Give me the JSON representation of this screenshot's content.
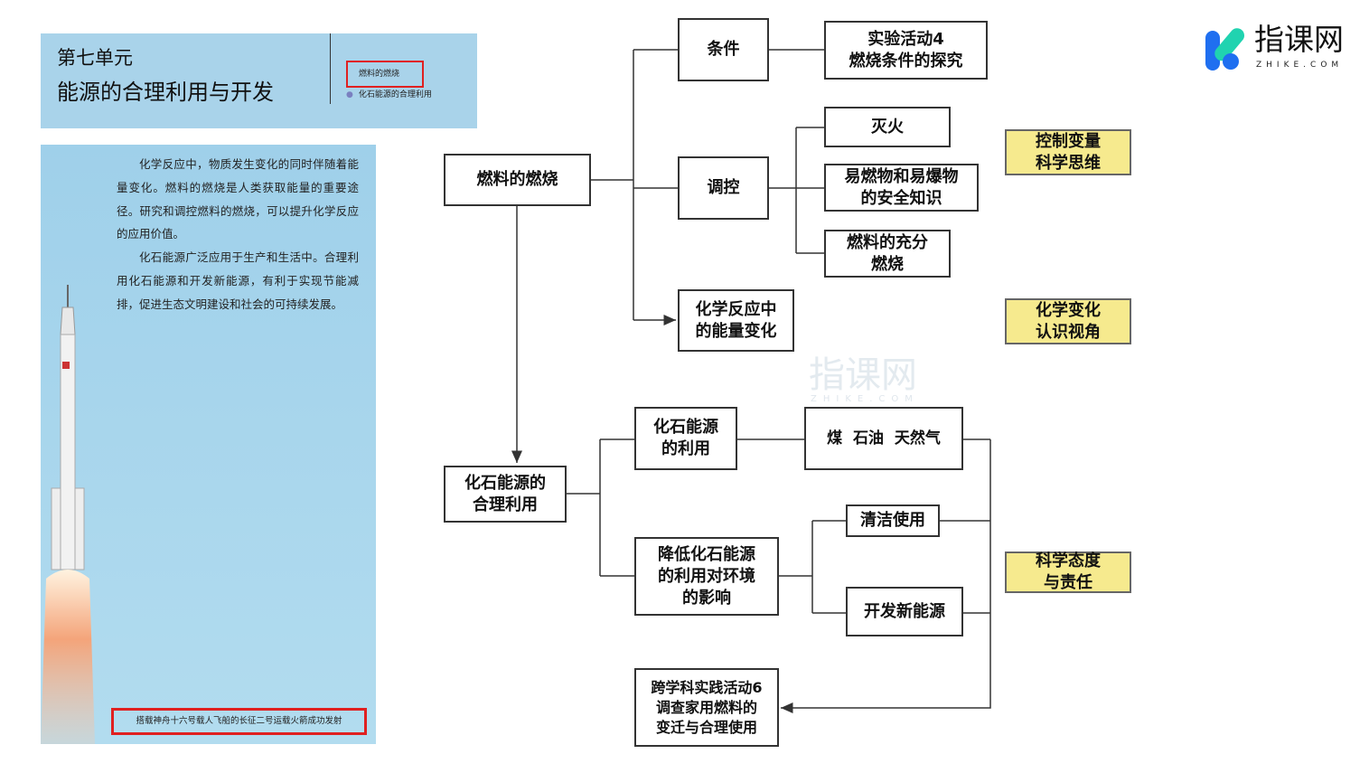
{
  "header": {
    "unit": "第七单元",
    "title": "能源的合理利用与开发",
    "toc": [
      "燃料的燃烧",
      "化石能源的合理利用"
    ]
  },
  "panel": {
    "paragraphs": [
      "化学反应中，物质发生变化的同时伴随着能量变化。燃料的燃烧是人类获取能量的重要途径。研究和调控燃料的燃烧，可以提升化学反应的应用价值。",
      "化石能源广泛应用于生产和生活中。合理利用化石能源和开发新能源，有利于实现节能减排，促进生态文明建设和社会的可持续发展。"
    ],
    "caption": "搭载神舟十六号载人飞船的长征二号运载火箭成功发射"
  },
  "logo": {
    "name": "指课网",
    "sub": "ZHIKE.COM"
  },
  "diagram": {
    "fuel": "燃料的燃烧",
    "condition": "条件",
    "exp4": "实验活动4\n燃烧条件的探究",
    "control": "调控",
    "fire": "灭火",
    "safety": "易燃物和易爆物\n的安全知识",
    "full": "燃料的充分\n燃烧",
    "energy": "化学反应中\n的能量变化",
    "fossil": "化石能源的\n合理利用",
    "fossil_use": "化石能源\n的利用",
    "coal": "煤  石油  天然气",
    "reduce": "降低化石能源\n的利用对环境\n的影响",
    "clean": "清洁使用",
    "newenergy": "开发新能源",
    "practice6": "跨学科实践活动6\n调查家用燃料的\n变迁与合理使用",
    "tag1": "控制变量\n科学思维",
    "tag2": "化学变化\n认识视角",
    "tag3": "科学态度\n与责任"
  },
  "colors": {
    "tag_bg": "#f6ea8e",
    "panel_bg": "#a9d3ea",
    "highlight": "#e02020"
  }
}
